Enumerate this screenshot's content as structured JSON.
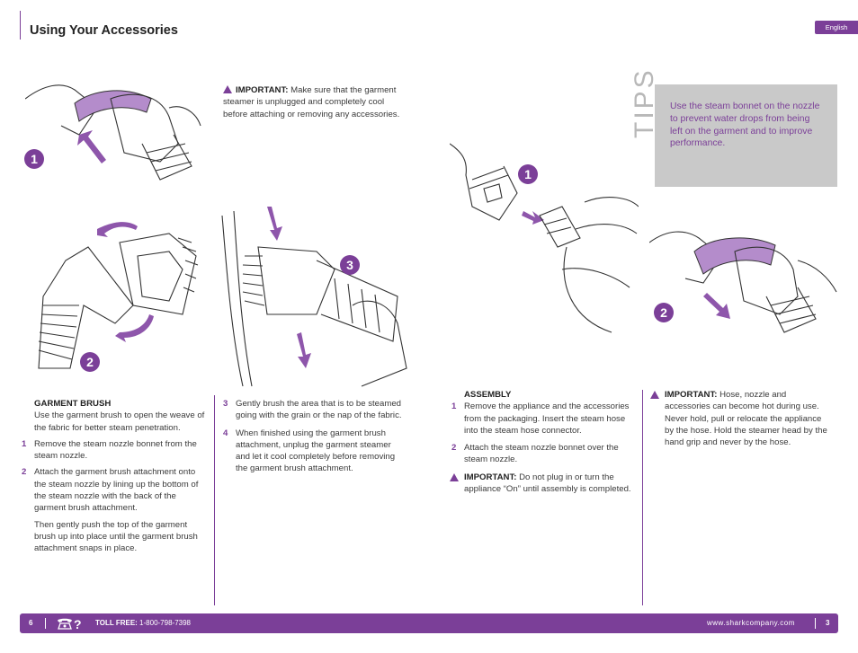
{
  "header": {
    "title": "Using Your Accessories",
    "language": "English"
  },
  "important_top": {
    "label": "IMPORTANT:",
    "text": " Make sure that the garment steamer is unplugged and completely cool before attaching or removing any accessories."
  },
  "tips": {
    "word": "TIPS",
    "text": "Use the steam bonnet on the nozzle to prevent water drops from being left on the garment and to improve performance."
  },
  "badges": {
    "b1": "1",
    "b2": "2",
    "b3": "3",
    "b4": "1",
    "b5": "2"
  },
  "garment_brush": {
    "heading": "GARMENT BRUSH",
    "intro": "Use the garment brush to open the weave of the fabric for better steam penetration.",
    "steps": [
      {
        "num": "1",
        "text": "Remove the steam nozzle bonnet from the steam nozzle."
      },
      {
        "num": "2",
        "text": "Attach the garment brush attachment onto the steam nozzle by lining up the bottom of the steam nozzle with the back of the garment brush attachment."
      },
      {
        "num": "",
        "text": "Then gently push the top of the garment brush up into place until the garment brush attachment snaps in place."
      },
      {
        "num": "3",
        "text": "Gently brush the area that is to be steamed going with the grain or the nap of the fabric."
      },
      {
        "num": "4",
        "text": "When finished using the garment brush attachment, unplug the garment steamer and let it cool completely before removing the garment brush attachment."
      }
    ]
  },
  "assembly": {
    "heading": "ASSEMBLY",
    "steps": [
      {
        "num": "1",
        "text": "Remove the appliance and the accessories from the packaging. Insert the steam hose into the steam hose connector."
      },
      {
        "num": "2",
        "text": "Attach the steam nozzle bonnet over the steam nozzle."
      }
    ],
    "important": {
      "label": "IMPORTANT:",
      "text": " Do not plug in or turn the appliance “On” until assembly is completed."
    }
  },
  "important_right": {
    "label": "IMPORTANT:",
    "text": " Hose, nozzle and accessories can become hot during use. Never hold, pull or relocate the appliance by the hose. Hold the steamer head by the hand grip and never by the hose."
  },
  "footer": {
    "left_page": "6",
    "toll_label": "TOLL FREE:",
    "toll_number": " 1-800-798-7398",
    "url": "www.sharkcompany.com",
    "right_page": "3"
  },
  "colors": {
    "accent": "#7b3f98",
    "tips_bg": "#c9c9c9"
  }
}
